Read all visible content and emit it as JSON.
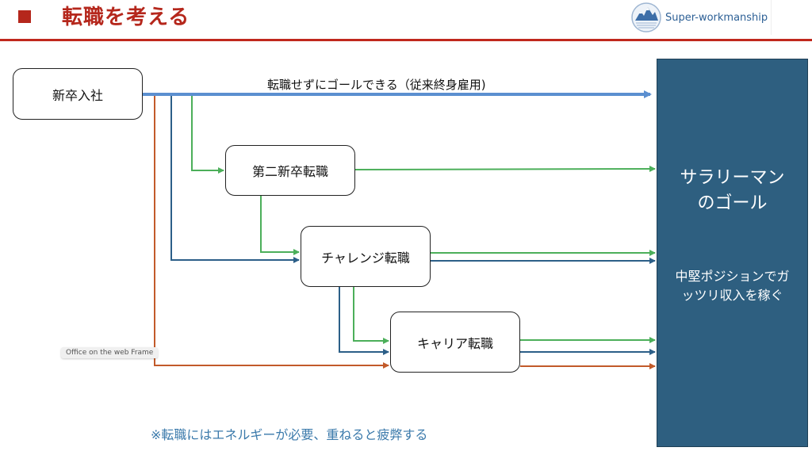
{
  "header": {
    "title": "転職を考える",
    "accent_color": "#b5271c"
  },
  "logo": {
    "text": "Super-workmanship",
    "icon": "mountain-logo-icon"
  },
  "diagram": {
    "start_node": "新卒入社",
    "direct_path_label": "転職せずにゴールできる（従来終身雇用)",
    "nodes": {
      "daini_shinsotsu": "第二新卒転職",
      "challenge": "チャレンジ転職",
      "career": "キャリア転職"
    },
    "goal": {
      "title_line1": "サラリーマン",
      "title_line2": "のゴール",
      "subtitle_line1": "中堅ポジションでガ",
      "subtitle_line2": "ッツリ収入を稼ぐ"
    },
    "colors": {
      "direct": "#5b8fd0",
      "green": "#4caf5a",
      "blue": "#2c5f88",
      "orange": "#c25a2a",
      "goal_panel": "#2e5f80"
    }
  },
  "frame_badge": "Office on the web Frame",
  "footnote": "※転職にはエネルギーが必要、重ねると疲弊する"
}
